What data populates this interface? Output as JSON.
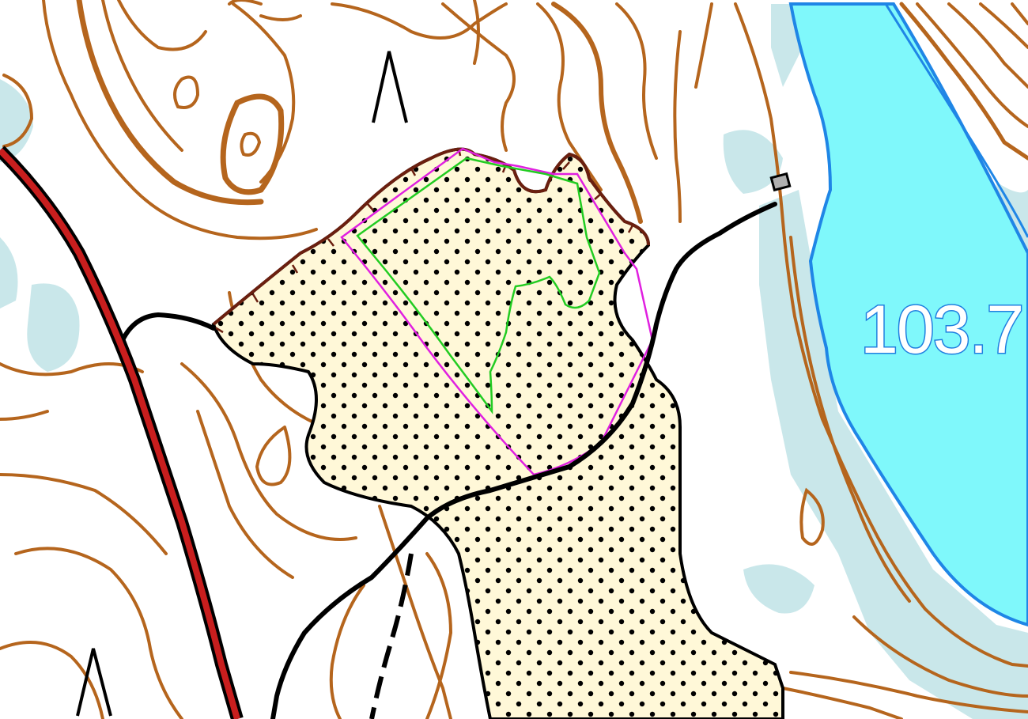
{
  "map": {
    "lake_label": "103.7",
    "colors": {
      "contour": "#b5651d",
      "contour_dark": "#8a4a1a",
      "water": "#7ff8fb",
      "water_edge": "#1f86e6",
      "marsh": "#c9e7ea",
      "open_land": "#fff8d8",
      "trail": "#000000",
      "road_fill": "#c81e1e",
      "course_magenta": "#e020e0",
      "course_green": "#22cc22"
    },
    "features": [
      "contour-lines",
      "lake",
      "marsh-areas",
      "open-land-dotted",
      "paved-road",
      "trails",
      "dashed-path",
      "cliff-symbols",
      "building",
      "out-of-bounds-outline",
      "course-outline"
    ]
  }
}
